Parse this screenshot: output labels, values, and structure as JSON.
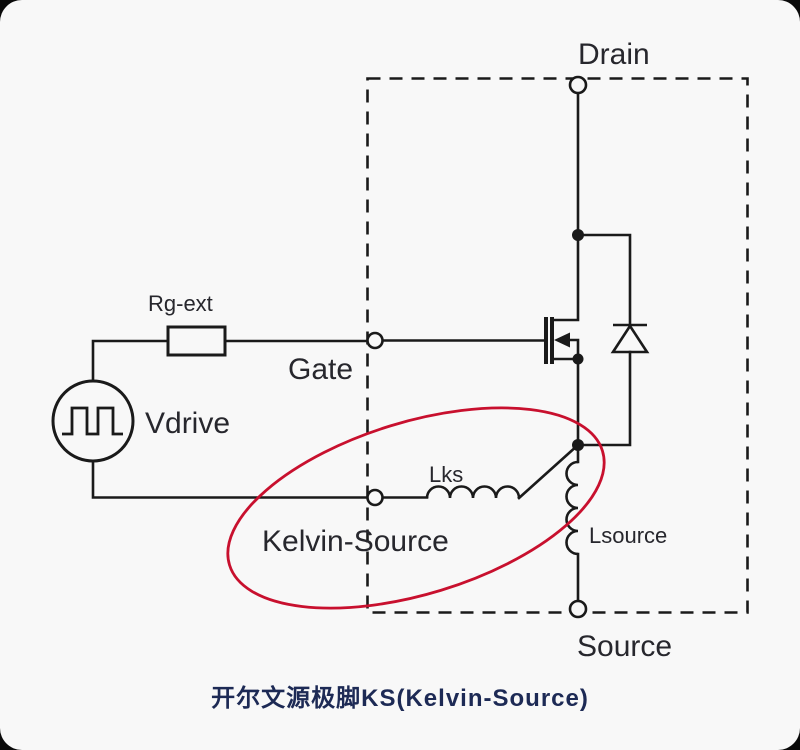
{
  "page": {
    "background": "#f8f8f8",
    "frame_background": "#0a0a0a"
  },
  "diagram": {
    "type": "circuit-schematic",
    "line_color": "#1a1a1a",
    "label_color": "#27272d",
    "highlight_color": "#c8102e",
    "labels": {
      "drain": "Drain",
      "gate": "Gate",
      "source": "Source",
      "vdrive": "Vdrive",
      "rg_ext": "Rg-ext",
      "lks": "Lks",
      "lsource": "Lsource",
      "kelvin_source": "Kelvin-Source"
    }
  },
  "caption": {
    "text": "开尔文源极脚KS(Kelvin-Source)",
    "color": "#1d2a55"
  }
}
